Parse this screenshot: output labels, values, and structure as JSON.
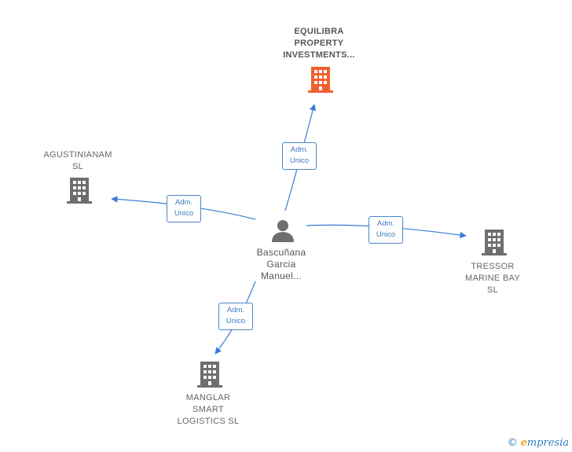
{
  "colors": {
    "edge": "#3a7bd5",
    "company": "#6e6e6e",
    "company_main": "#f0602e",
    "person": "#6e6e6e"
  },
  "nodes": {
    "equilibra": {
      "label": "EQUILIBRA\nPROPERTY\nINVESTMENTS...",
      "icon": "building-icon"
    },
    "agustinianam": {
      "label": "AGUSTINIANAM\nSL",
      "icon": "building-icon"
    },
    "tressor": {
      "label": "TRESSOR\nMARINE BAY\nSL",
      "icon": "building-icon"
    },
    "manglar": {
      "label": "MANGLAR\nSMART\nLOGISTICS  SL",
      "icon": "building-icon"
    },
    "person": {
      "label": "Bascuñana\nGarcia\nManuel...",
      "icon": "person-icon"
    }
  },
  "edges": {
    "to_equilibra": "Adm.\nUnico",
    "to_agustinianam": "Adm.\nUnico",
    "to_tressor": "Adm.\nUnico",
    "to_manglar": "Adm.\nUnico"
  },
  "footer": {
    "copyright_symbol": "©",
    "brand_initial": "e",
    "brand_rest": "mpresia"
  }
}
